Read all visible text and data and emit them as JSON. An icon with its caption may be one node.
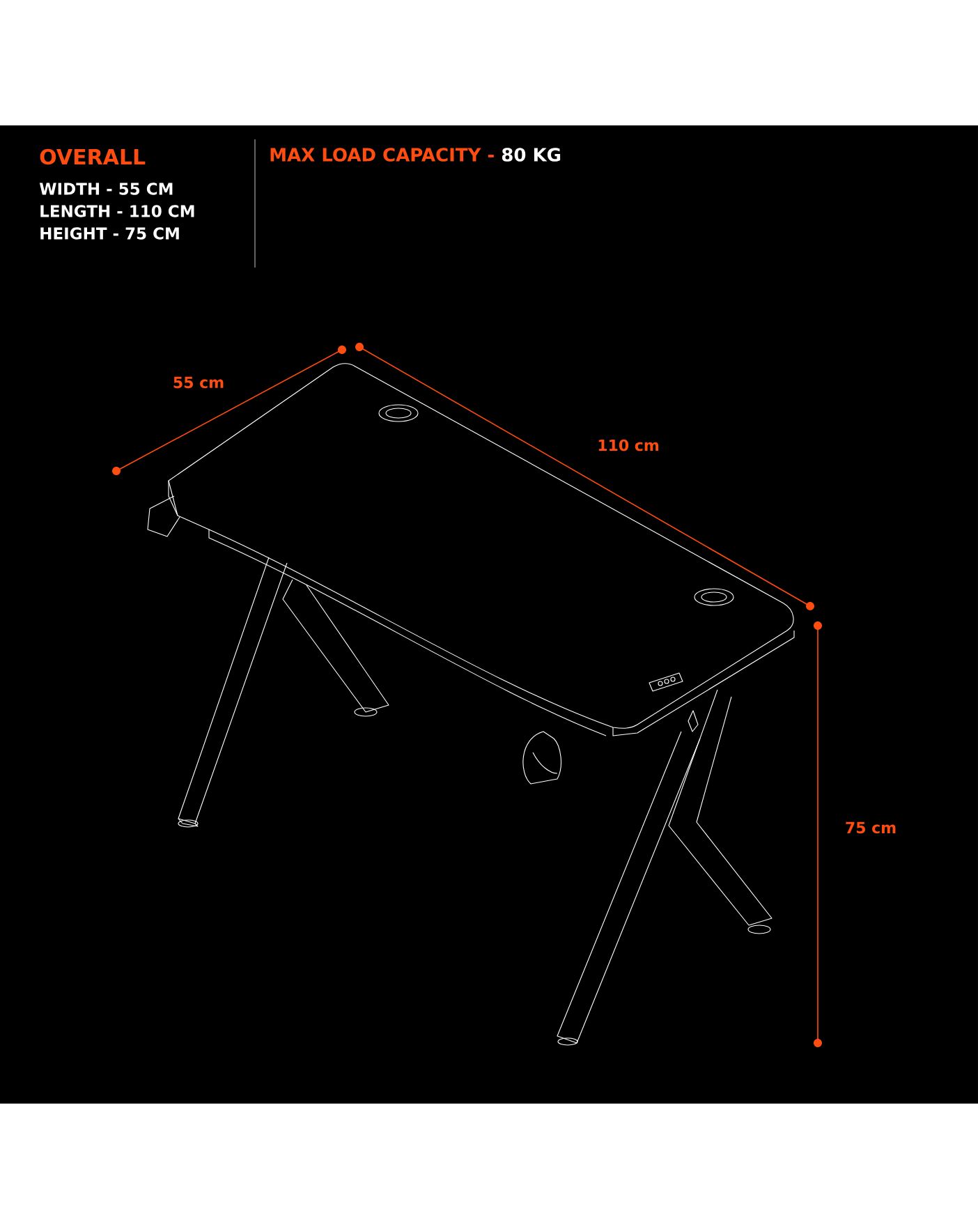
{
  "diagram": {
    "title": "OVERALL",
    "labels": [
      "WIDTH - 55 CM",
      "LENGTH - 110 CM",
      "HEIGHT - 75 CM",
      "MAX LOAD CAPACITY -",
      "80 KG",
      "55 cm",
      "110 cm",
      "75 cm"
    ]
  }
}
